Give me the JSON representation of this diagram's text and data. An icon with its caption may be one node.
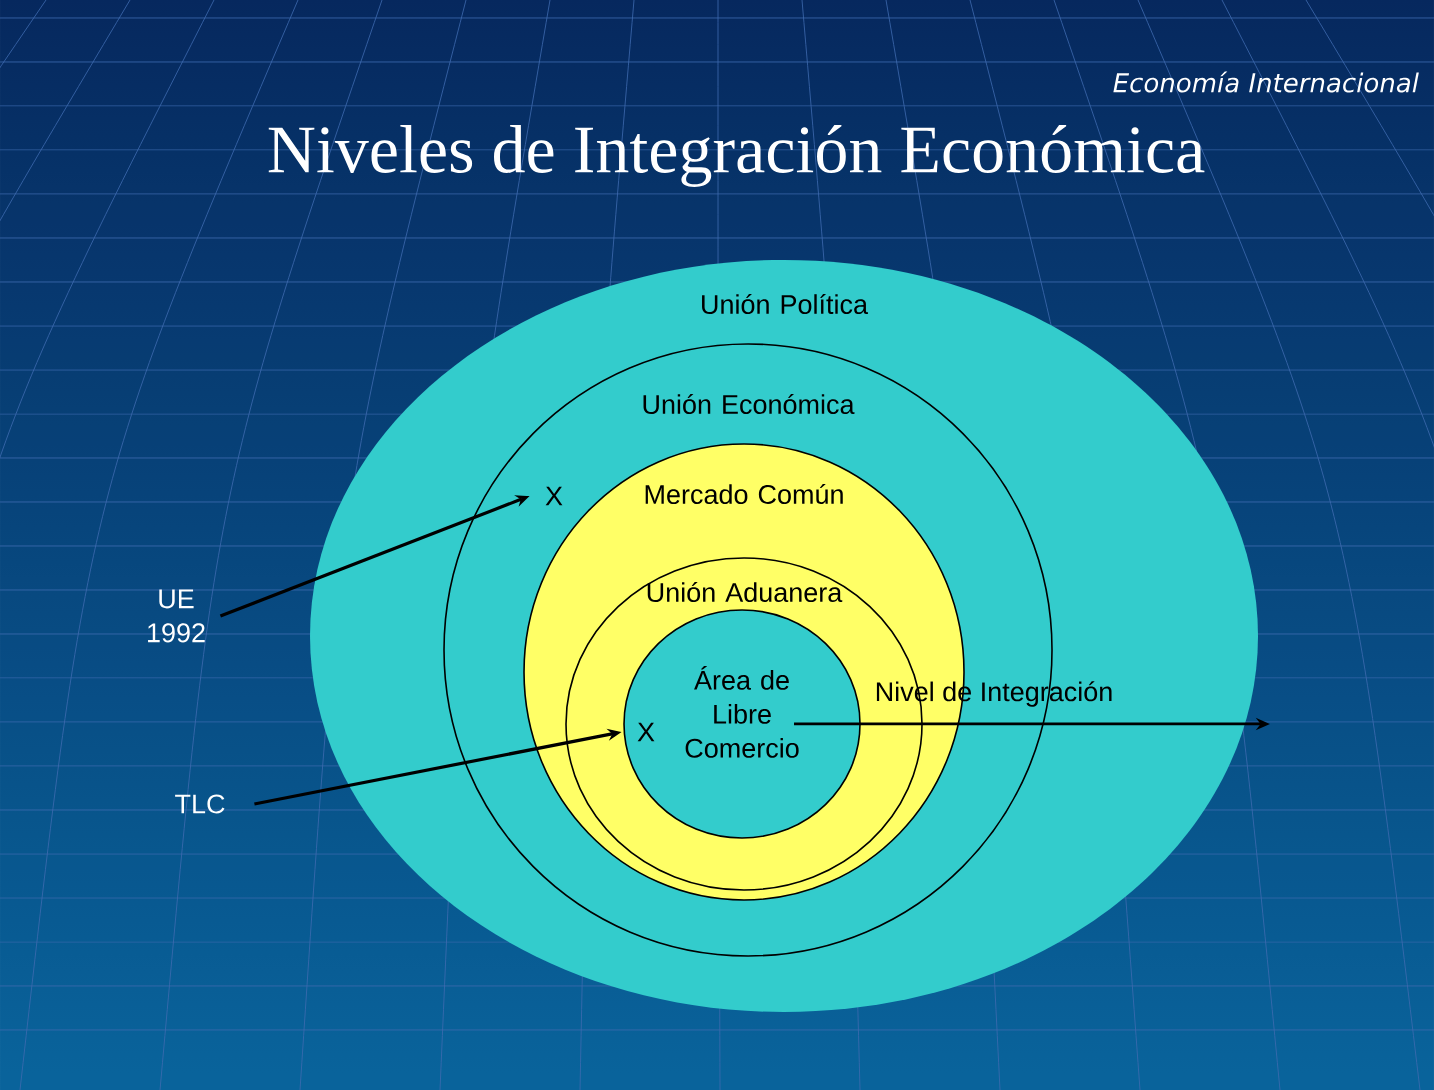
{
  "diagram": {
    "title": "Niveles de Integración Económica",
    "nodes": [
      {
        "text": [
          "Unión Política"
        ]
      },
      {
        "text": [
          "Unión Económica"
        ],
        "in": 0
      },
      {
        "text": [
          "Mercado Común"
        ],
        "in": 1
      },
      {
        "text": [
          "Unión Aduanera"
        ],
        "in": 2
      },
      {
        "text": [
          "Área de Libre Comercio"
        ],
        "in": 3
      },
      {
        "text": [
          "UE 1992"
        ]
      },
      {
        "text": [
          "TLC"
        ]
      },
      {
        "text": [
          "X"
        ],
        "in": 1
      },
      {
        "text": [
          "X"
        ],
        "in": 4
      }
    ],
    "edges": [
      {
        "from": 5,
        "to": 7,
        "arrow": "to"
      },
      {
        "from": 6,
        "to": 8,
        "arrow": "to"
      },
      {
        "from": 4,
        "to": null,
        "arrow": "to",
        "label": "Nivel de Integración"
      }
    ],
    "labels": [
      "Economía Internacional"
    ]
  }
}
